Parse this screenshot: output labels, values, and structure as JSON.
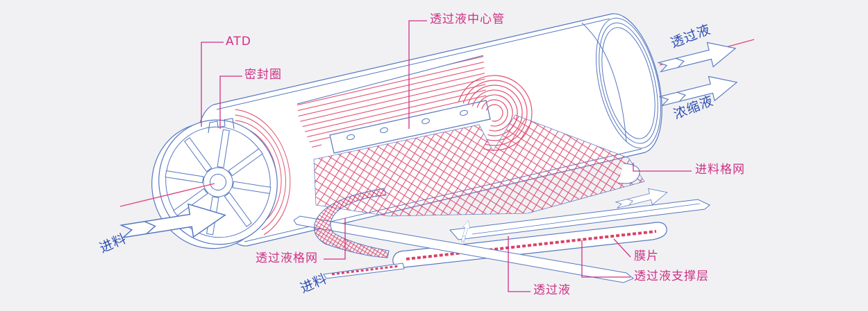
{
  "diagram": {
    "subject": "spiral-wound-membrane-element-cutaway"
  },
  "colors": {
    "background": "#f1f1f4",
    "label_pink": "#cf3084",
    "label_blue": "#2e4fb0",
    "linework_blue": "#5577c0",
    "linework_red": "#e0506f",
    "mesh_red": "#dc4a72"
  },
  "labels": {
    "atd": "ATD",
    "seal_ring": "密封圈",
    "permeate_center_tube": "透过液中心管",
    "permeate_out": "透过液",
    "concentrate_out": "浓缩液",
    "feed_spacer": "进料格网",
    "feed_in_left": "进料",
    "permeate_spacer": "透过液格网",
    "feed_in_bottom": "进料",
    "permeate_bottom": "透过液",
    "membrane_sheet": "膜片",
    "permeate_support_layer": "透过液支撑层"
  }
}
